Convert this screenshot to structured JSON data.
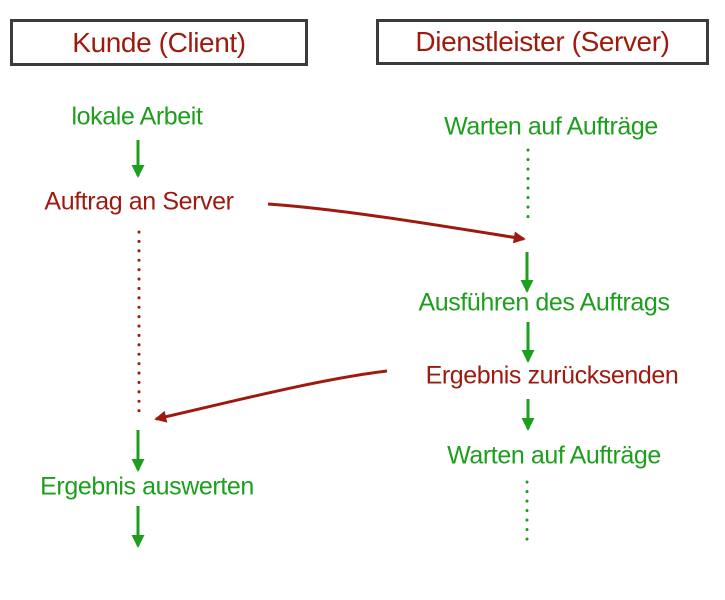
{
  "diagram": {
    "type": "client-server-sequence",
    "colors": {
      "action_green": "#1d9e1d",
      "message_red": "#9e1a0e",
      "box_border": "#3b3b3b",
      "background": "#ffffff"
    },
    "lanes": {
      "client": {
        "header": "Kunde (Client)",
        "steps": [
          {
            "id": "lokale_arbeit",
            "label": "lokale Arbeit",
            "color": "green"
          },
          {
            "id": "auftrag_an_server",
            "label": "Auftrag an Server",
            "color": "red"
          },
          {
            "id": "ergebnis_auswerten",
            "label": "Ergebnis auswerten",
            "color": "green"
          }
        ],
        "wait_segments": [
          {
            "after": "auftrag_an_server",
            "style": "dotted",
            "color": "red"
          }
        ]
      },
      "server": {
        "header": "Dienstleister (Server)",
        "steps": [
          {
            "id": "warten_auf_auftraege_1",
            "label": "Warten auf Aufträge",
            "color": "green"
          },
          {
            "id": "ausfuehren_des_auftrags",
            "label": "Ausführen des Auftrags",
            "color": "green"
          },
          {
            "id": "ergebnis_zuruecksenden",
            "label": "Ergebnis zurücksenden",
            "color": "red"
          },
          {
            "id": "warten_auf_auftraege_2",
            "label": "Warten auf Aufträge",
            "color": "green"
          }
        ],
        "wait_segments": [
          {
            "after": "warten_auf_auftraege_1",
            "style": "dotted",
            "color": "green"
          },
          {
            "after": "warten_auf_auftraege_2",
            "style": "dotted",
            "color": "green"
          }
        ]
      }
    },
    "messages": [
      {
        "id": "request",
        "from": "auftrag_an_server",
        "to": "ausfuehren_des_auftrags",
        "color": "red"
      },
      {
        "id": "response",
        "from": "ergebnis_zuruecksenden",
        "to": "ergebnis_auswerten",
        "color": "red"
      }
    ]
  }
}
